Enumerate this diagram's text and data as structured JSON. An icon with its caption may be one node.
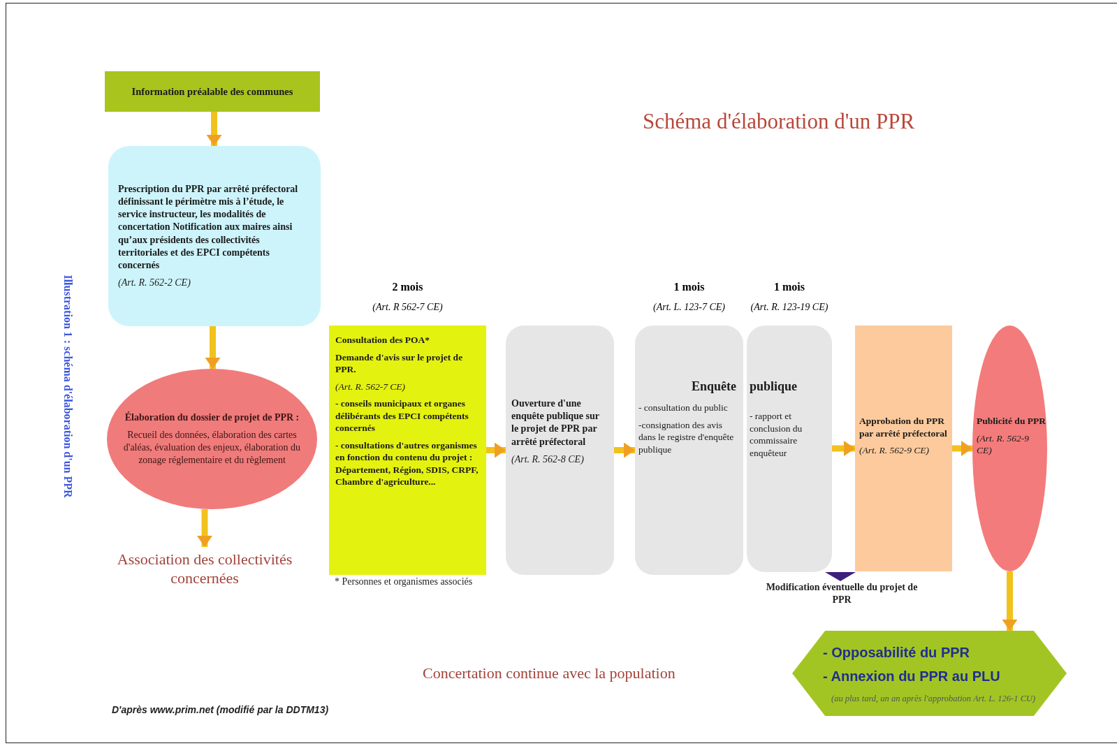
{
  "diagram": {
    "title": "Schéma d'élaboration d'un PPR",
    "caption": "Illustration 1 : schéma d'élaboration d'un PPR",
    "nodes": [
      {
        "text": [
          "Information préalable des communes"
        ]
      },
      {
        "text": [
          "Prescription du PPR par arrêté préfectoral définissant le périmètre mis à l’étude, le service instructeur, les modalités de concertation Notification aux maires ainsi qu’aux présidents des collectivités territoriales et des EPCI compétents concernés",
          "(Art. R. 562-2 CE)"
        ]
      },
      {
        "text": [
          "Élaboration du dossier de projet de PPR :",
          "Recueil des données, élaboration des cartes d'aléas, évaluation des enjeux, élaboration du zonage réglementaire et du règlement"
        ]
      },
      {
        "text": [
          "Association des collectivités concernées"
        ]
      },
      {
        "text": [
          "Consultation des POA*",
          "Demande d'avis sur le projet de PPR.",
          "(Art. R. 562-7 CE)",
          "- conseils municipaux et organes délibérants des EPCI compétents concernés",
          "- consultations d'autres organismes en fonction du contenu du projet : Département, Région, SDIS, CRPF, Chambre d'agriculture..."
        ],
        "beside": [
          "2 mois",
          "(Art. R 562-7 CE)"
        ]
      },
      {
        "text": [
          "Ouverture d'une enquête publique sur le projet de PPR par arrêté préfectoral",
          "(Art. R. 562-8 CE)"
        ]
      },
      {
        "text": [
          "Enquête",
          "- consultation du public",
          "-consignation des avis dans le registre d'enquête publique"
        ],
        "beside": [
          "1 mois",
          "(Art. L. 123-7 CE)"
        ]
      },
      {
        "text": [
          "publique",
          "- rapport et conclusion du commissaire enquêteur"
        ],
        "beside": [
          "1 mois",
          "(Art. R. 123-19 CE)"
        ]
      },
      {
        "text": [
          "Approbation du PPR par arrêté préfectoral",
          "(Art. R. 562-9 CE)"
        ]
      },
      {
        "text": [
          "Publicité du PPR",
          "(Art. R. 562-9 CE)"
        ]
      },
      {
        "text": [
          "- Opposabilité du PPR",
          "- Annexion du PPR au PLU",
          "(au plus tard, un an après l'approbation Art. L. 126-1 CU)"
        ]
      }
    ],
    "edges": [
      {
        "from": 0,
        "to": 1,
        "arrow": "to"
      },
      {
        "from": 1,
        "to": 2,
        "arrow": "to"
      },
      {
        "from": 2,
        "to": 3,
        "arrow": "to"
      },
      {
        "from": 4,
        "to": 5,
        "arrow": "to"
      },
      {
        "from": 5,
        "to": 6,
        "arrow": "to"
      },
      {
        "from": 7,
        "to": 8,
        "arrow": "to"
      },
      {
        "from": 8,
        "to": 9,
        "arrow": "to"
      },
      {
        "from": 9,
        "to": 10,
        "arrow": "to"
      }
    ],
    "labels": [
      "* Personnes et organismes associés",
      "Modification éventuelle du projet de PPR",
      "Concertation continue avec la population",
      "D'après www.prim.net (modifié par la DDTM13)"
    ]
  }
}
